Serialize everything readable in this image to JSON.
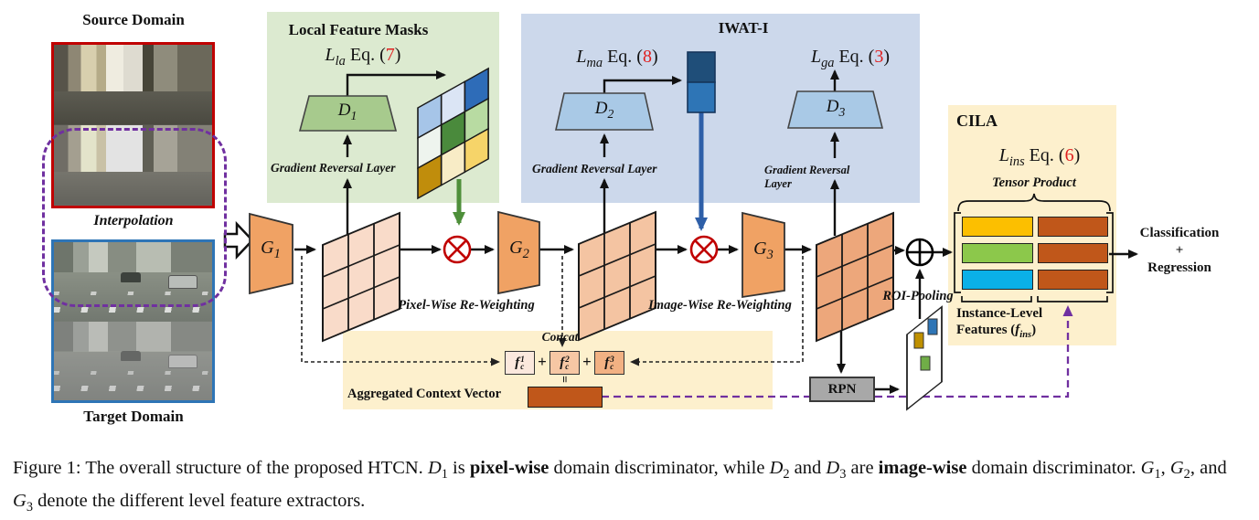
{
  "colors": {
    "eq_number_red": "#e02020",
    "purple_dash": "#7030a0",
    "source_border": "#c00000",
    "target_border": "#2e75b6",
    "mask_cells": [
      "#a6c5e8",
      "#dbe5f5",
      "#2e6cb8",
      "#eef4ee",
      "#4a8a3c",
      "#b8dba2",
      "#c08d0c",
      "#f8ecc6",
      "#f6d469"
    ],
    "grid_levels": [
      "#f9dbc9",
      "#f4c4a2",
      "#eda77b"
    ],
    "instance_left": [
      "#fcbf00",
      "#8cc84b",
      "#0ab0e8"
    ],
    "instance_right": [
      "#c0571a",
      "#c0571a",
      "#c0571a"
    ],
    "context_vector": "#c0571a",
    "weight_cells_blue": [
      "#1f4e79",
      "#2e75b6"
    ]
  },
  "left_panel": {
    "source": "Source Domain",
    "interpolation": "Interpolation",
    "target": "Target Domain"
  },
  "local_masks": {
    "title": "Local Feature Masks",
    "eq": {
      "sym": "L",
      "sub": "la",
      "mid": " Eq. (",
      "num": "7",
      "close": ")"
    }
  },
  "iwat": {
    "title": "IWAT-I",
    "eq_ma": {
      "sym": "L",
      "sub": "ma",
      "mid": " Eq. (",
      "num": "8",
      "close": ")"
    },
    "eq_ga": {
      "sym": "L",
      "sub": "ga",
      "mid": " Eq. (",
      "num": "3",
      "close": ")"
    }
  },
  "cila": {
    "title": "CILA",
    "eq": {
      "sym": "L",
      "sub": "ins",
      "mid": " Eq. (",
      "num": "6",
      "close": ")"
    },
    "tensor": "Tensor Product",
    "inst1": "Instance-Level",
    "inst2_pre": "Features (",
    "inst_sym": "f",
    "inst_sub": "ins",
    "inst_close": ")"
  },
  "shared": {
    "grl": "Gradient Reversal Layer"
  },
  "extractors": {
    "g1": {
      "sym": "G",
      "sub": "1"
    },
    "g2": {
      "sym": "G",
      "sub": "2"
    },
    "g3": {
      "sym": "G",
      "sub": "3"
    }
  },
  "discriminators": {
    "d1": {
      "sym": "D",
      "sub": "1"
    },
    "d2": {
      "sym": "D",
      "sub": "2"
    },
    "d3": {
      "sym": "D",
      "sub": "3"
    }
  },
  "flow": {
    "pixel": "Pixel-Wise Re-Weighting",
    "image": "Image-Wise Re-Weighting",
    "roi": "ROI-Pooling",
    "rpn": "RPN",
    "concat": "Concat",
    "aggregated": "Aggregated Context Vector",
    "plus": "+",
    "eq_sign": "=",
    "f1": {
      "sym": "f",
      "sub": "c",
      "sup": "1"
    },
    "f2": {
      "sym": "f",
      "sub": "c",
      "sup": "2"
    },
    "f3": {
      "sym": "f",
      "sub": "c",
      "sup": "3"
    },
    "out1": "Classification",
    "out2": "+",
    "out3": "Regression"
  },
  "caption": {
    "segments": [
      {
        "t": "Figure 1: The overall structure of the proposed HTCN. "
      },
      {
        "t": "D",
        "i": 1
      },
      {
        "t": "1",
        "sub": 1
      },
      {
        "t": " is "
      },
      {
        "t": "pixel-wise",
        "b": 1
      },
      {
        "t": " domain discriminator, while "
      },
      {
        "t": "D",
        "i": 1
      },
      {
        "t": "2",
        "sub": 1
      },
      {
        "t": " and "
      },
      {
        "t": "D",
        "i": 1
      },
      {
        "t": "3",
        "sub": 1
      },
      {
        "t": " are "
      },
      {
        "t": "image-wise",
        "b": 1
      },
      {
        "t": " domain discriminator. "
      },
      {
        "t": "G",
        "i": 1
      },
      {
        "t": "1",
        "sub": 1
      },
      {
        "t": ", "
      },
      {
        "t": "G",
        "i": 1
      },
      {
        "t": "2",
        "sub": 1
      },
      {
        "t": ", and "
      },
      {
        "t": "G",
        "i": 1
      },
      {
        "t": "3",
        "sub": 1
      },
      {
        "t": " denote the different level feature extractors."
      }
    ]
  }
}
